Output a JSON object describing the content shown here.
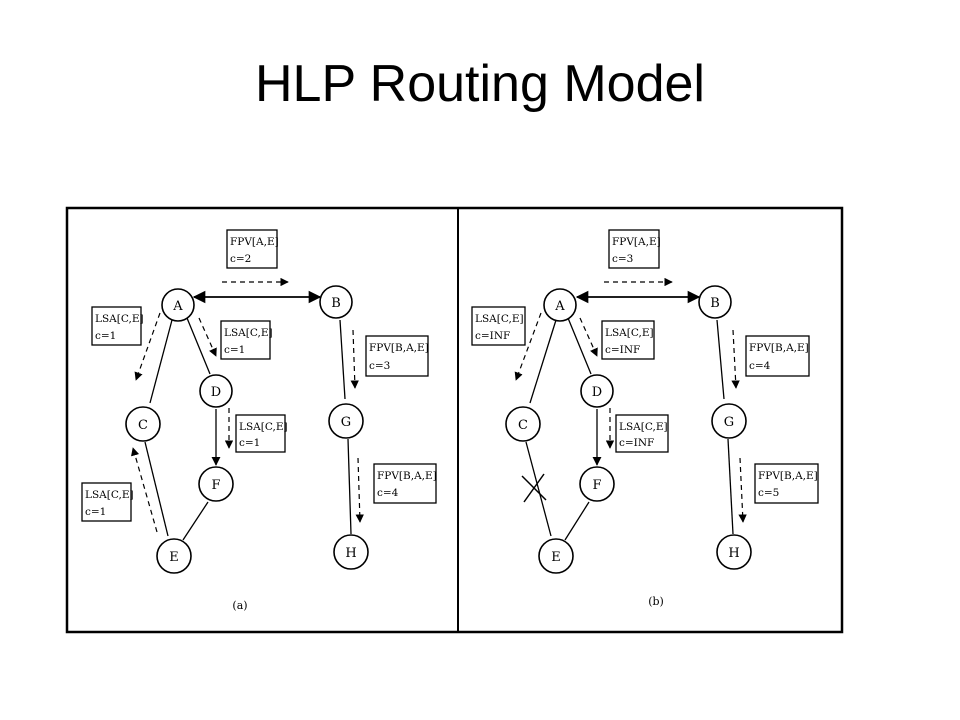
{
  "slide": {
    "title": "HLP Routing Model"
  },
  "colors": {
    "background": "#ffffff",
    "ink": "#000000"
  },
  "diagram": {
    "panels": [
      {
        "caption": "(a)",
        "nodes": [
          "A",
          "B",
          "C",
          "D",
          "E",
          "F",
          "G",
          "H"
        ],
        "boxes": {
          "fpv_ae": [
            "FPV[A,E]",
            "c=2"
          ],
          "lsa_left": [
            "LSA[C,E]",
            "c=1"
          ],
          "lsa_ad": [
            "LSA[C,E]",
            "c=1"
          ],
          "lsa_df": [
            "LSA[C,E]",
            "c=1"
          ],
          "lsa_ec": [
            "LSA[C,E]",
            "c=1"
          ],
          "fpv_bg": [
            "FPV[B,A,E]",
            "c=3"
          ],
          "fpv_gh": [
            "FPV[B,A,E]",
            "c=4"
          ]
        }
      },
      {
        "caption": "(b)",
        "nodes": [
          "A",
          "B",
          "C",
          "D",
          "E",
          "F",
          "G",
          "H"
        ],
        "boxes": {
          "fpv_ae": [
            "FPV[A,E]",
            "c=3"
          ],
          "lsa_left": [
            "LSA[C,E]",
            "c=INF"
          ],
          "lsa_ad": [
            "LSA[C,E]",
            "c=INF"
          ],
          "lsa_df": [
            "LSA[C,E]",
            "c=INF"
          ],
          "fpv_bg": [
            "FPV[B,A,E]",
            "c=4"
          ],
          "fpv_gh": [
            "FPV[B,A,E]",
            "c=5"
          ]
        }
      }
    ]
  }
}
